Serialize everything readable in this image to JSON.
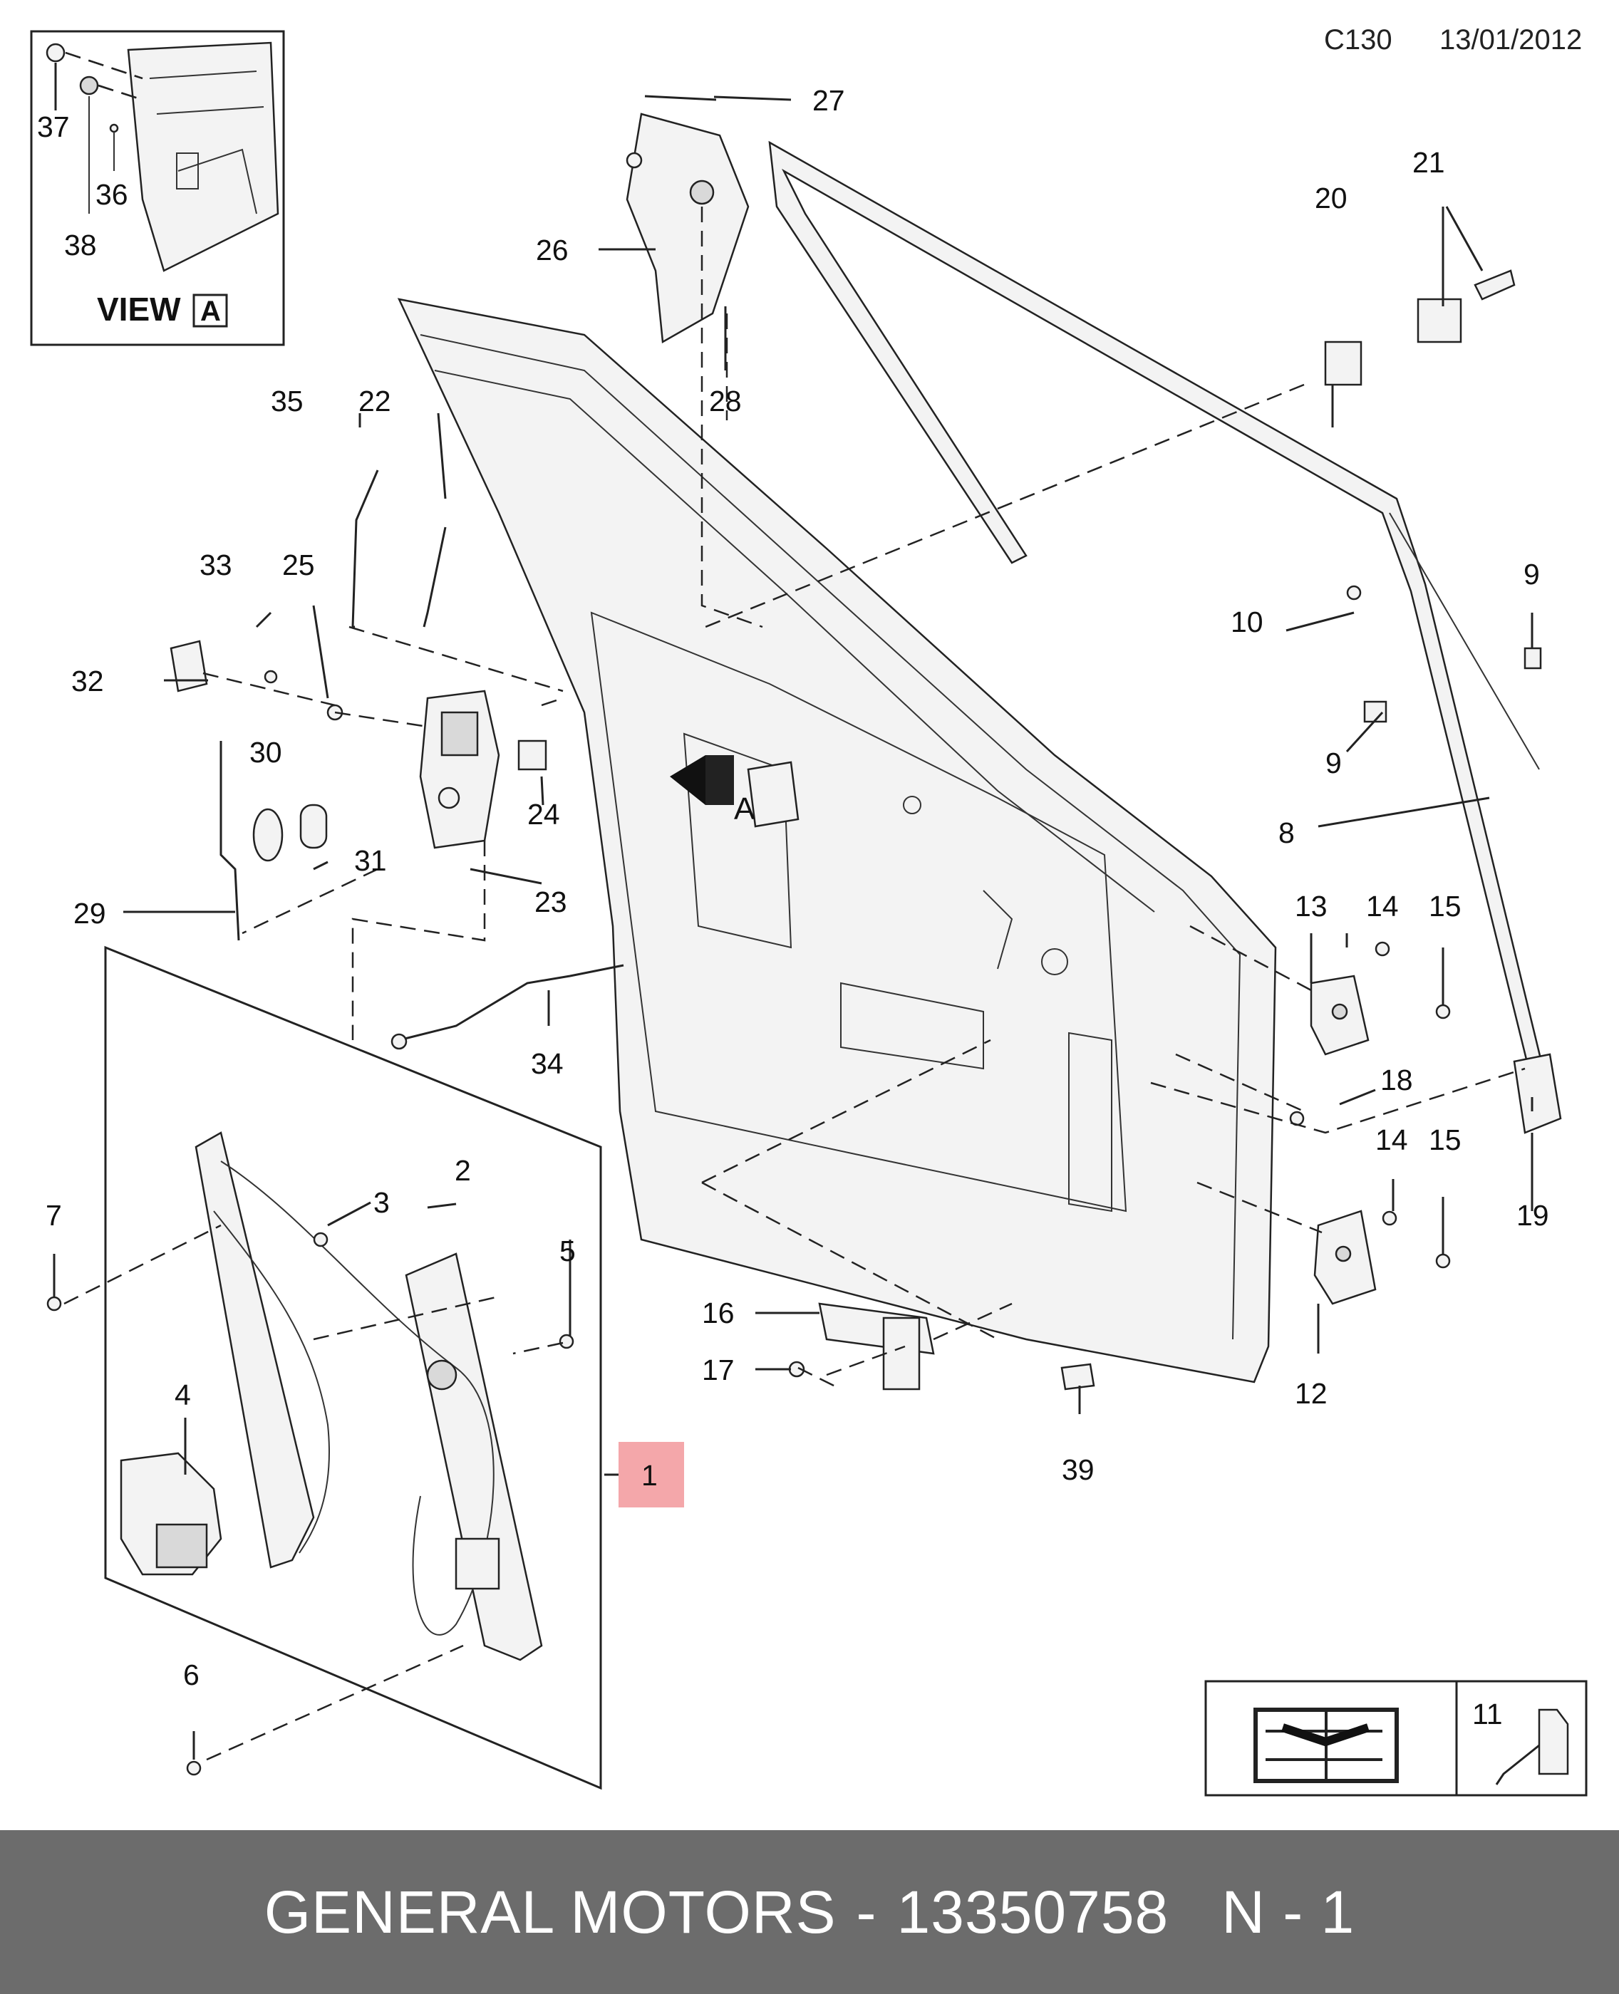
{
  "header": {
    "diagram_code": "C130",
    "date": "13/01/2012"
  },
  "view_a": {
    "caption": "VIEW",
    "letter": "A"
  },
  "view_marker_letter": "A",
  "callouts": [
    "1",
    "2",
    "3",
    "4",
    "5",
    "6",
    "7",
    "8",
    "9",
    "9",
    "10",
    "11",
    "12",
    "13",
    "14",
    "14",
    "15",
    "15",
    "16",
    "17",
    "18",
    "19",
    "20",
    "21",
    "22",
    "23",
    "24",
    "25",
    "26",
    "27",
    "28",
    "29",
    "30",
    "31",
    "32",
    "33",
    "34",
    "35",
    "36",
    "37",
    "38",
    "39"
  ],
  "footer": {
    "brand": "GENERAL MOTORS",
    "separator": "-",
    "part_number": "13350758",
    "note": "N - 1"
  },
  "colors": {
    "highlight": "#f4a7aa",
    "footer_bg": "#6c6c6c",
    "line": "#222222"
  }
}
